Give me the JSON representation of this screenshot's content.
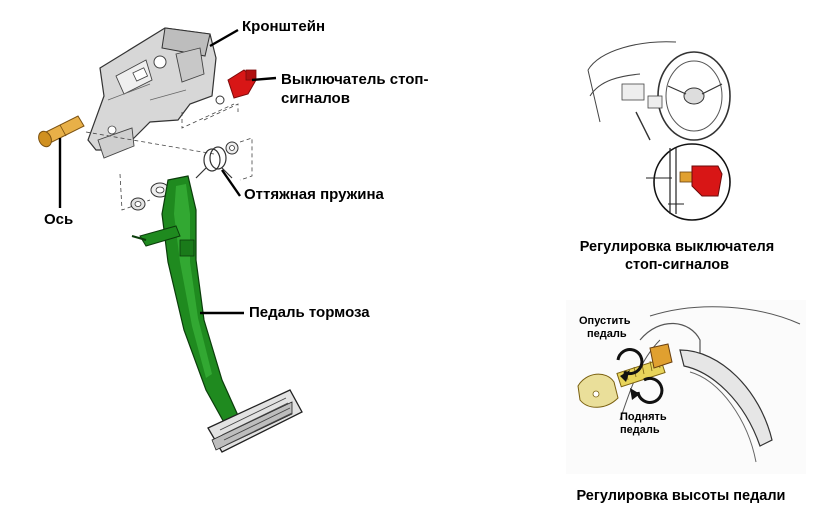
{
  "labels": {
    "bracket": "Кронштейн",
    "switch_line1": "Выключатель стоп-",
    "switch_line2": "сигналов",
    "axle": "Ось",
    "spring": "Оттяжная пружина",
    "pedal": "Педаль тормоза"
  },
  "captions": {
    "switch_adjust_line1": "Регулировка выключателя",
    "switch_adjust_line2": "стоп-сигналов",
    "height_adjust": "Регулировка высоты педали"
  },
  "height_detail": {
    "lower_line1": "Опустить",
    "lower_line2": "педаль",
    "raise_line1": "Поднять",
    "raise_line2": "педаль"
  },
  "colors": {
    "pedal_green": "#1f8a1f",
    "switch_red": "#d81616",
    "bolt_gold": "#e0a030",
    "rod_yellow": "#e8d45a"
  }
}
